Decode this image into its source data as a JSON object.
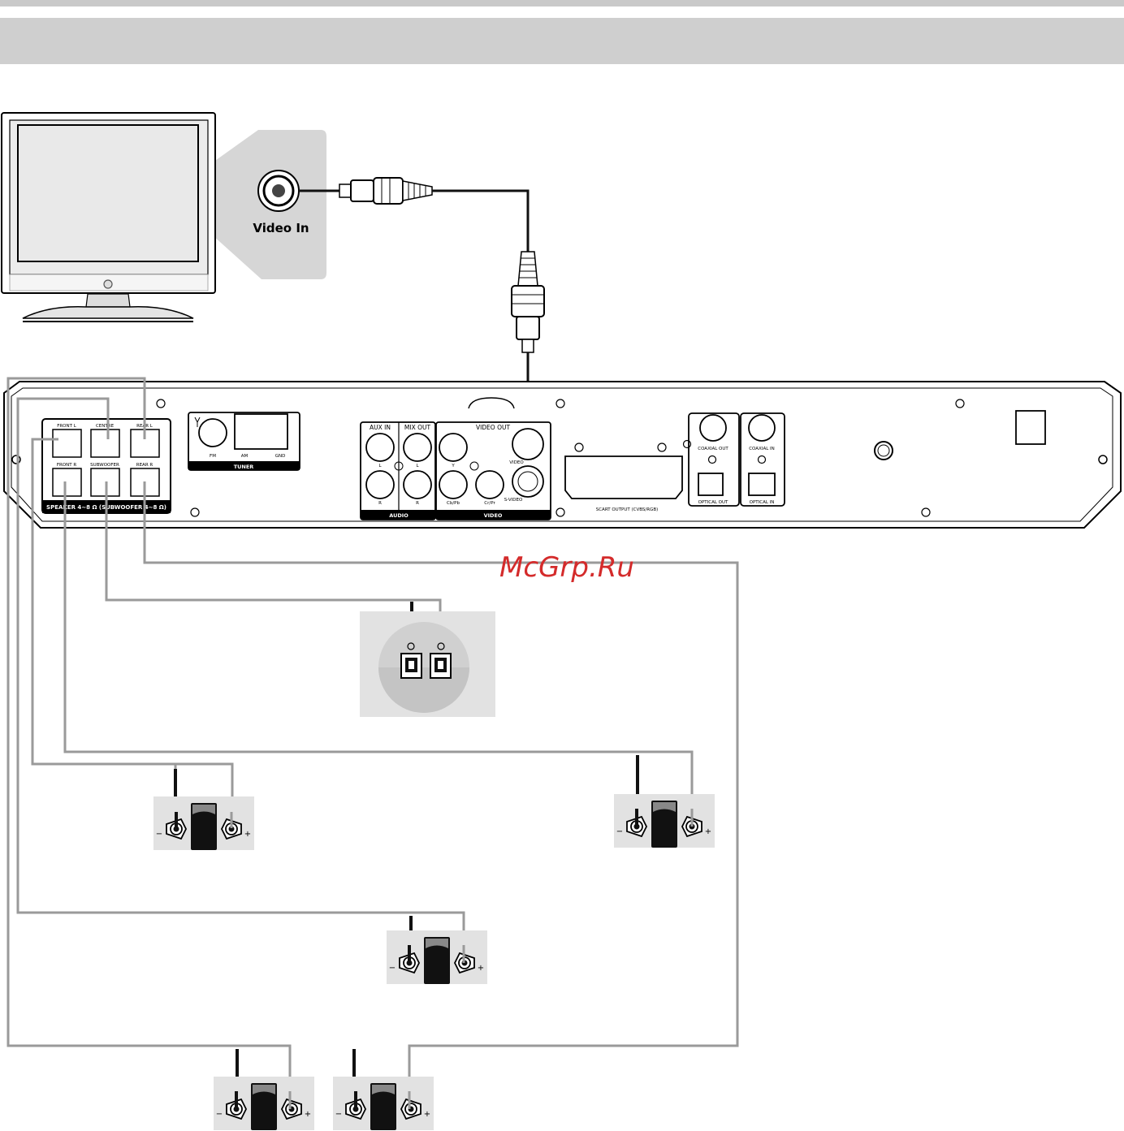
{
  "tv": {
    "video_in_label": "Video In"
  },
  "watermark": "McGrp.Ru",
  "panel": {
    "speaker_terminals": [
      "FRONT L",
      "CENTRE",
      "REAR L",
      "FRONT R",
      "SUBWOOFER",
      "REAR R"
    ],
    "speaker_section_label": "SPEAKER 4~8 Ω (SUBWOOFER 4~8 Ω)",
    "tuner": {
      "label": "TUNER",
      "fm": "FM",
      "am": "AM",
      "gnd": "GND"
    },
    "aux_in": {
      "title": "AUX IN",
      "l": "L",
      "r": "R"
    },
    "mix_out": {
      "title": "MIX OUT",
      "l": "L",
      "r": "R"
    },
    "audio_label": "AUDIO",
    "video_out": {
      "title": "VIDEO OUT",
      "y": "Y",
      "cb": "Cb/Pb",
      "cr": "Cr/Pr",
      "video": "VIDEO",
      "svideo": "S-VIDEO"
    },
    "video_label": "VIDEO",
    "scart": "SCART OUTPUT (CVBS/RGB)",
    "coaxial_out": "COAXIAL OUT",
    "coaxial_in": "COAXIAL IN",
    "optical_out": "OPTICAL OUT",
    "optical_in": "OPTICAL IN"
  },
  "speaker_polarity": {
    "minus": "−",
    "plus": "+"
  },
  "colors": {
    "wire_black": "#111111",
    "wire_grey": "#9a9a9a",
    "header_bar": "#cccccc",
    "speaker_bg": "#e2e2e2"
  }
}
